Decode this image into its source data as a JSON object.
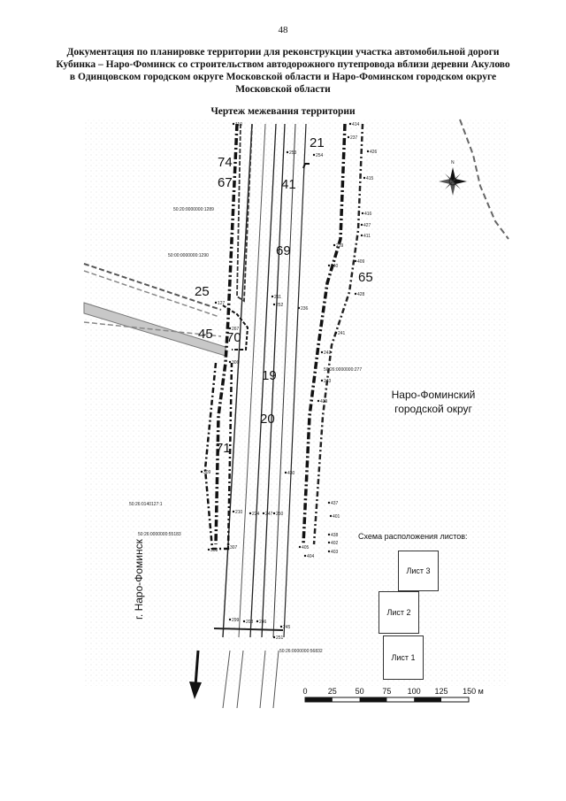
{
  "header": {
    "page_number": "48",
    "title": "Документация по планировке территории для реконструкции участка автомобильной дороги Кубинка – Наро-Фоминск со строительством автодорожного путепровода вблизи деревни Акулово в Одинцовском городском округе Московской области и Наро-Фоминском городском округе Московской области",
    "subtitle": "Чертеж межевания территории"
  },
  "map": {
    "big_labels": [
      "74",
      "67",
      "41",
      "21",
      "69",
      "65",
      "25",
      "45",
      "70",
      "19",
      "20",
      "71"
    ],
    "parcel_labels": [
      "50:20:0000000:1289",
      "50:00:0000000:1290",
      "50:26:0000000:277",
      "50:26:0140127:1",
      "50:26:0000000:55183",
      "50:26:0000000:56832"
    ],
    "point_labels": [
      "110",
      "414",
      "237",
      "426",
      "253",
      "254",
      "415",
      "416",
      "427",
      "411",
      "409",
      "239",
      "240",
      "428",
      "211",
      "252",
      "127",
      "267",
      "306",
      "236",
      "241",
      "242",
      "243",
      "439",
      "430",
      "309",
      "210",
      "224",
      "247",
      "250",
      "437",
      "401",
      "438",
      "402",
      "403",
      "404",
      "405",
      "308",
      "307",
      "299",
      "208",
      "246",
      "245",
      "251"
    ],
    "district_label": "Наро-Фоминский городской округ",
    "direction_label": "г. Наро-Фоминск",
    "compass_label": "N"
  },
  "scheme": {
    "title": "Схема расположения листов:",
    "sheets": [
      "Лист 3",
      "Лист 2",
      "Лист 1"
    ]
  },
  "scale": {
    "ticks": [
      "0",
      "25",
      "50",
      "75",
      "100",
      "125",
      "150 м"
    ]
  }
}
